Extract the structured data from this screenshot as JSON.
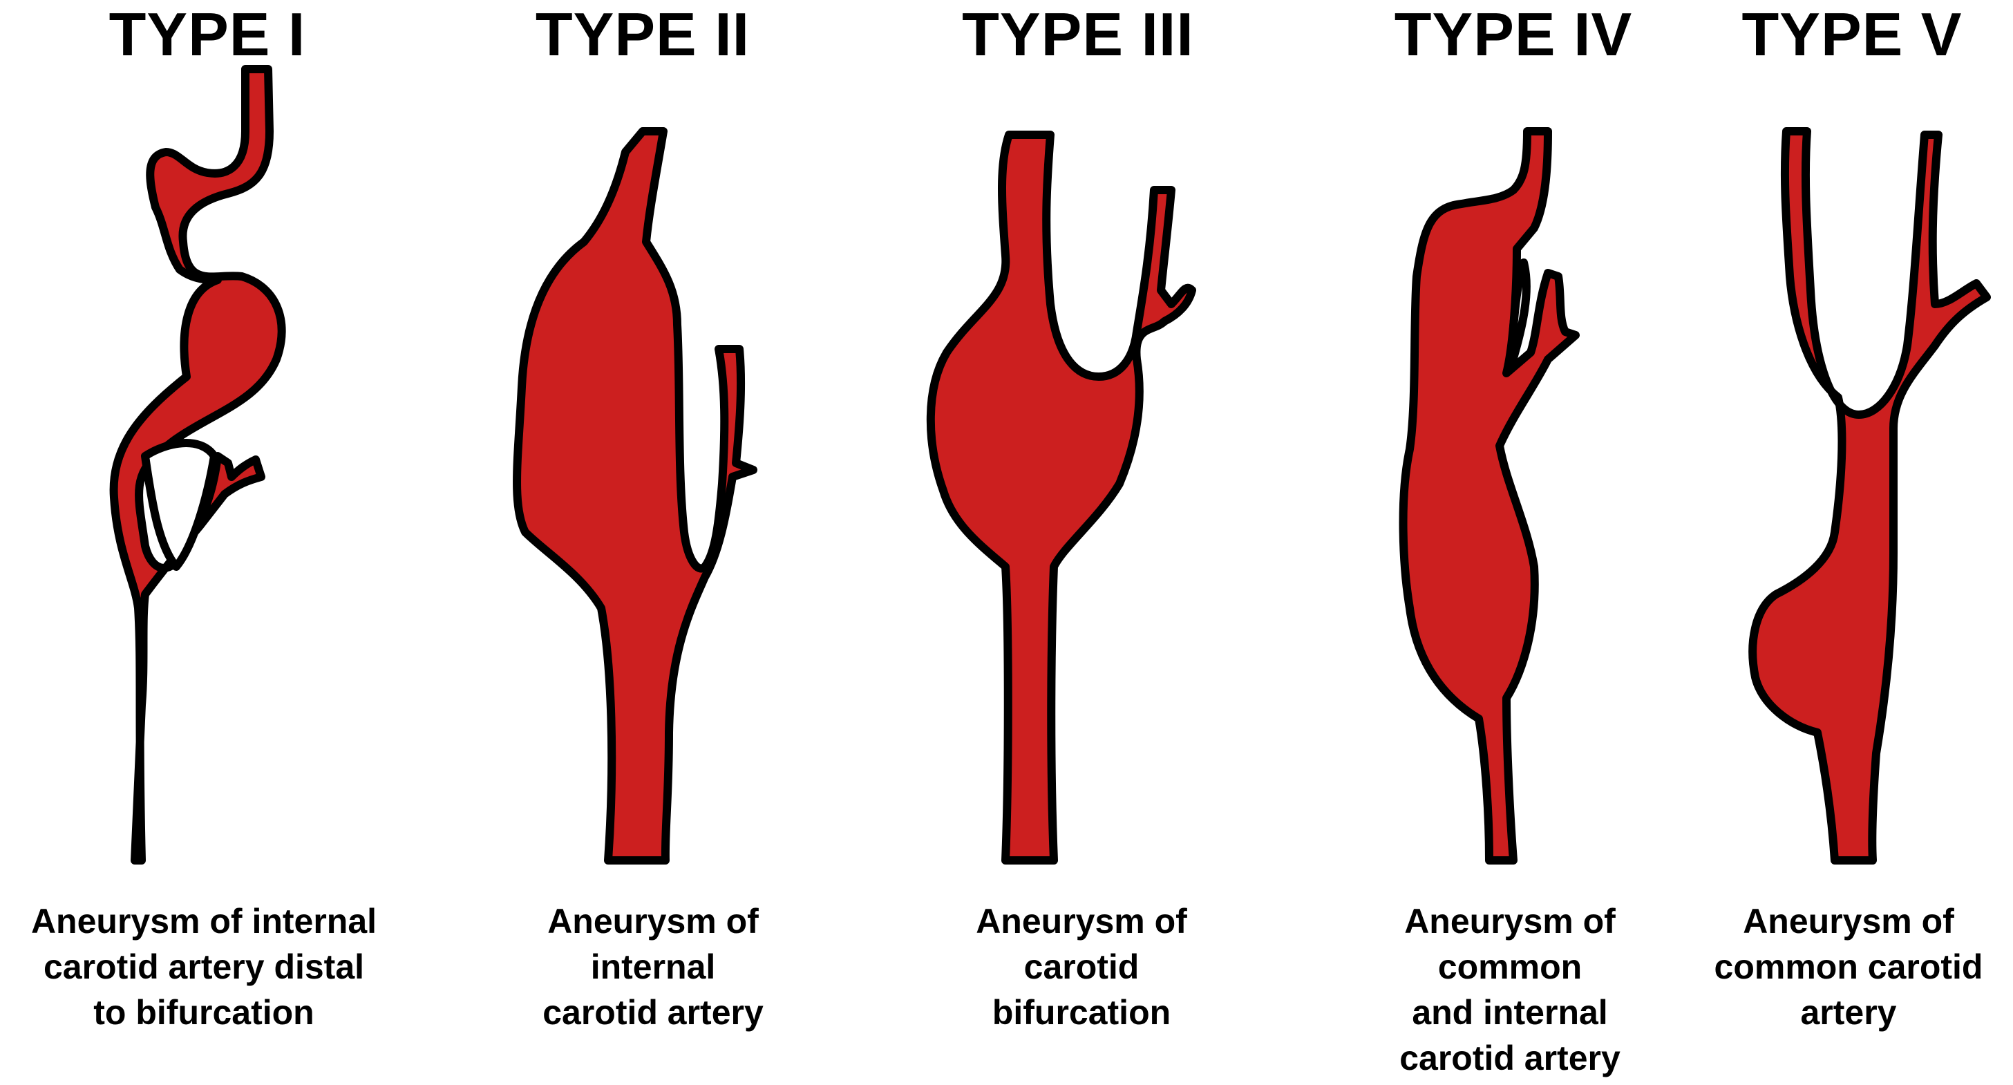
{
  "colors": {
    "vessel": "#cc1f1f",
    "outline": "#000000",
    "background": "#ffffff"
  },
  "types": [
    {
      "title": "TYPE I",
      "caption_lines": [
        "Aneurysm of internal",
        "carotid artery distal",
        "to bifurcation"
      ]
    },
    {
      "title": "TYPE II",
      "caption_lines": [
        "Aneurysm of",
        "internal",
        "carotid artery"
      ]
    },
    {
      "title": "TYPE III",
      "caption_lines": [
        "Aneurysm of",
        "carotid",
        "bifurcation"
      ]
    },
    {
      "title": "TYPE IV",
      "caption_lines": [
        "Aneurysm of",
        "common",
        "and internal",
        "carotid artery"
      ]
    },
    {
      "title": "TYPE V",
      "caption_lines": [
        "Aneurysm of",
        "common carotid",
        "artery"
      ]
    }
  ]
}
